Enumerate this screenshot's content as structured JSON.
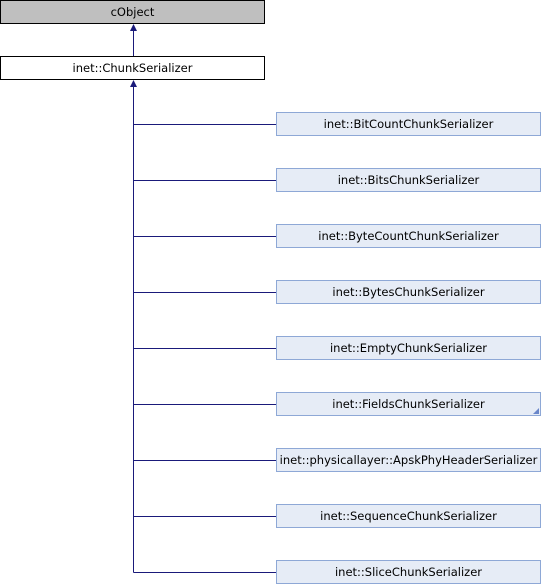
{
  "colors": {
    "edge": "#1a1a7a",
    "root_fill": "#bfbfbf",
    "child_fill": "#e6ecf6",
    "child_border": "#8ea8d6"
  },
  "root": {
    "label": "cObject"
  },
  "base": {
    "label": "inet::ChunkSerializer"
  },
  "children": [
    {
      "label": "inet::BitCountChunkSerializer",
      "has_more": false
    },
    {
      "label": "inet::BitsChunkSerializer",
      "has_more": false
    },
    {
      "label": "inet::ByteCountChunkSerializer",
      "has_more": false
    },
    {
      "label": "inet::BytesChunkSerializer",
      "has_more": false
    },
    {
      "label": "inet::EmptyChunkSerializer",
      "has_more": false
    },
    {
      "label": "inet::FieldsChunkSerializer",
      "has_more": true
    },
    {
      "label": "inet::physicallayer::ApskPhyHeaderSerializer",
      "has_more": false
    },
    {
      "label": "inet::SequenceChunkSerializer",
      "has_more": false
    },
    {
      "label": "inet::SliceChunkSerializer",
      "has_more": false
    }
  ]
}
